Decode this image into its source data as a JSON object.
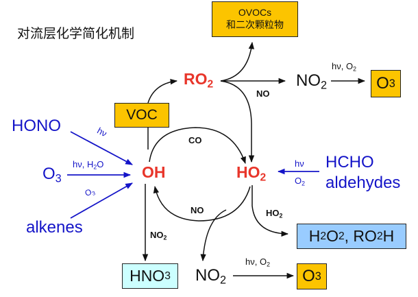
{
  "title": "对流层化学简化机制",
  "species": {
    "ro2": {
      "main": "RO",
      "sub": "2"
    },
    "oh": "OH",
    "ho2": {
      "main": "HO",
      "sub": "2"
    },
    "voc": "VOC",
    "hono": "HONO",
    "o3_left": {
      "main": "O",
      "sub": "3"
    },
    "alkenes": "alkenes",
    "hcho": "HCHO",
    "aldehydes": "aldehydes",
    "no2_top": {
      "main": "NO",
      "sub": "2"
    },
    "no2_bottom": {
      "main": "NO",
      "sub": "2"
    },
    "hno3": {
      "a": "HNO",
      "sub": "3"
    },
    "peroxides": {
      "a": "H",
      "s1": "2",
      "b": "O",
      "s2": "2",
      "c": ", RO",
      "s3": "2",
      "d": "H"
    },
    "o3_top": {
      "main": "O",
      "sub": "3"
    },
    "o3_bottom": {
      "main": "O",
      "sub": "3"
    },
    "ovocs_line1": "OVOCs",
    "ovocs_line2": "和二次颗粒物"
  },
  "labels": {
    "hv_hono": "hν",
    "hv_h2o": {
      "a": "hν, H",
      "sub": "2",
      "b": "O"
    },
    "o3_alkenes": {
      "main": "O",
      "sub": "3"
    },
    "co": "CO",
    "no_cycle": "NO",
    "no_ro2": "NO",
    "no2_hno3": {
      "main": "NO",
      "sub": "2"
    },
    "ho2_peroxide": {
      "main": "HO",
      "sub": "2"
    },
    "hv_hcho": "hν",
    "o2_hcho": {
      "main": "O",
      "sub": "2"
    },
    "hv_o2_top": {
      "a": "hν, O",
      "sub": "2"
    },
    "hv_o2_bottom": {
      "a": "hν, O",
      "sub": "2"
    }
  },
  "colors": {
    "radical": "#e8352a",
    "source": "#1414c8",
    "yellow_box": "#fcc400",
    "blue_box": "#99ccff",
    "cyan_box": "#ccffff"
  }
}
